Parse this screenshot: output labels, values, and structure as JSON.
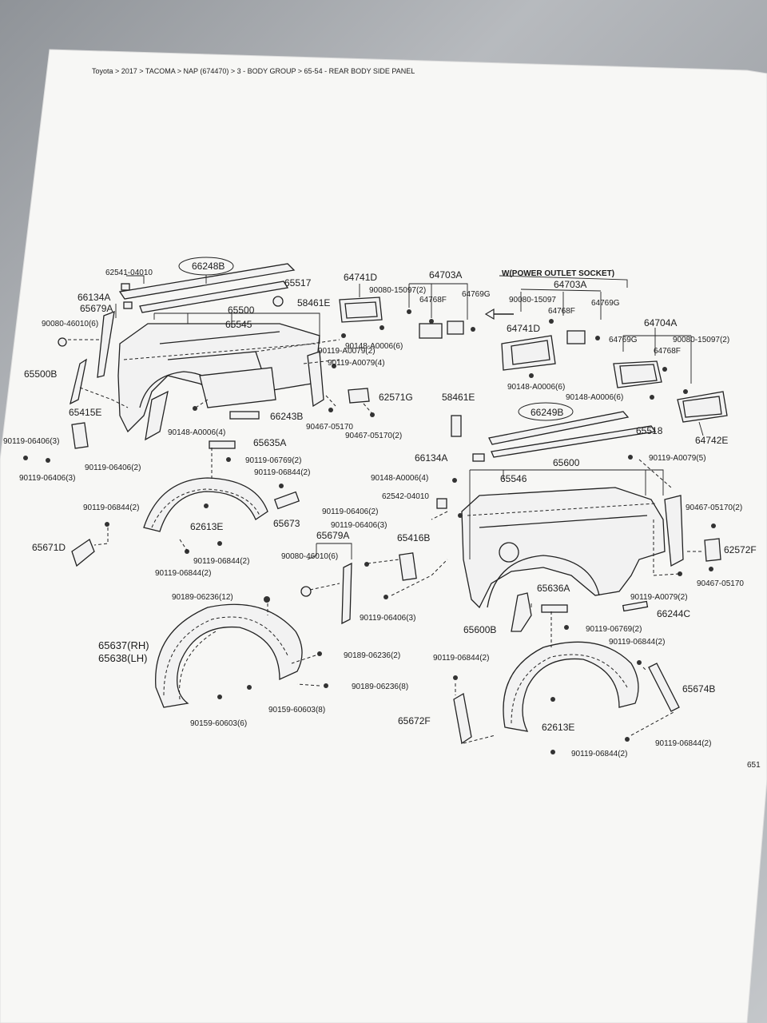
{
  "breadcrumb": "Toyota > 2017 > TACOMA > NAP (674470) > 3 - BODY GROUP > 65-54 - REAR BODY SIDE PANEL",
  "page_number": "651",
  "power_outlet_header": "W(POWER OUTLET SOCKET)",
  "labels": {
    "p62541_04010_a": "62541-04010",
    "p66248B": "66248B",
    "p65517": "65517",
    "p66134A_a": "66134A",
    "p65679A_a": "65679A",
    "p58461E_a": "58461E",
    "p90080_46010_a": "90080-46010(6)",
    "p65500": "65500",
    "p65545": "65545",
    "p65500B": "65500B",
    "p65415E": "65415E",
    "p90119_06406_3a": "90119-06406(3)",
    "p90119_06406_3b": "90119-06406(3)",
    "p90119_06406_2a": "90119-06406(2)",
    "p90148_A0006_4a": "90148-A0006(4)",
    "p66243B": "66243B",
    "p90119_A0079_2a": "90119-A0079(2)",
    "p90119_A0079_4": "90119-A0079(4)",
    "p62571G": "62571G",
    "p90467_05170_a": "90467-05170",
    "p90467_05170_2a": "90467-05170(2)",
    "p64741D_a": "64741D",
    "p64703A_a": "64703A",
    "p90080_15097_2a": "90080-15097(2)",
    "p64768F_a": "64768F",
    "p64769G_a": "64769G",
    "p90148_A0006_6a": "90148-A0006(6)",
    "p64703A_b": "64703A",
    "p90080_15097_b": "90080-15097",
    "p64768F_b": "64768F",
    "p64769G_b": "64769G",
    "p64741D_b": "64741D",
    "p90148_A0006_6b": "90148-A0006(6)",
    "p64704A": "64704A",
    "p64769G_c": "64769G",
    "p64768F_c": "64768F",
    "p90080_15097_2b": "90080-15097(2)",
    "p90148_A0006_6c": "90148-A0006(6)",
    "p64742E": "64742E",
    "p58461E_b": "58461E",
    "p66249B": "66249B",
    "p65518": "65518",
    "p66134A_b": "66134A",
    "p65600": "65600",
    "p90119_A0079_5": "90119-A0079(5)",
    "p90148_A0006_4b": "90148-A0006(4)",
    "p65546": "65546",
    "p62542_04010": "62542-04010",
    "p90119_06406_2b": "90119-06406(2)",
    "p90119_06406_3c": "90119-06406(3)",
    "p65416B": "65416B",
    "p90467_05170_2b": "90467-05170(2)",
    "p62572F": "62572F",
    "p90467_05170_b": "90467-05170",
    "p90119_A0079_2b": "90119-A0079(2)",
    "p66244C": "66244C",
    "p90119_06406_3d": "90119-06406(3)",
    "p65600B": "65600B",
    "p65636A": "65636A",
    "p90119_06769_2b": "90119-06769(2)",
    "p65635A": "65635A",
    "p90119_06769_2a": "90119-06769(2)",
    "p90119_06844_2a": "90119-06844(2)",
    "p65673": "65673",
    "p90119_06844_2b": "90119-06844(2)",
    "p62613E_a": "62613E",
    "p65671D": "65671D",
    "p90119_06844_2c": "90119-06844(2)",
    "p90119_06844_2d": "90119-06844(2)",
    "p65679A_b": "65679A",
    "p90080_46010_b": "90080-46010(6)",
    "p90189_06236_12": "90189-06236(12)",
    "p65637": "65637(RH)",
    "p65638": "65638(LH)",
    "p90189_06236_2": "90189-06236(2)",
    "p90189_06236_8": "90189-06236(8)",
    "p90159_60603_8": "90159-60603(8)",
    "p90159_60603_6": "90159-60603(6)",
    "p90119_06844_2e": "90119-06844(2)",
    "p90119_06844_2f": "90119-06844(2)",
    "p65674B": "65674B",
    "p65672F": "65672F",
    "p62613E_b": "62613E",
    "p90119_06844_2g": "90119-06844(2)",
    "p90119_06844_2h": "90119-06844(2)"
  }
}
